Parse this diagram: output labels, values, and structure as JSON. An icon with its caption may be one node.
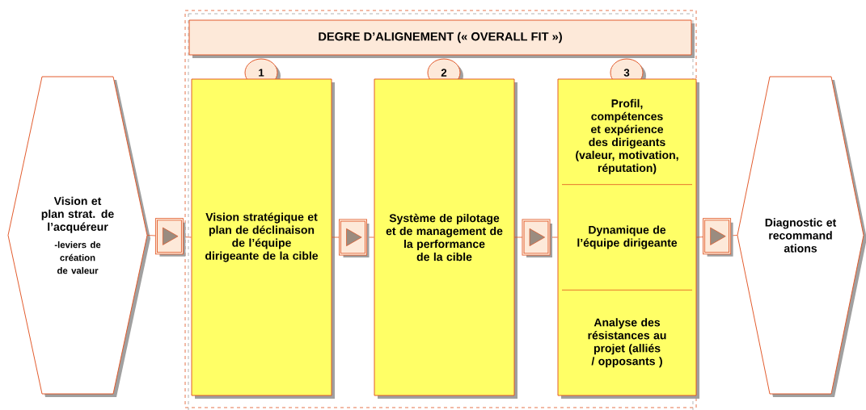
{
  "diagram": {
    "nodes": [
      {
        "text": [
          "Vision et plan strat. de l’acquéreur",
          "-leviers de création de valeur"
        ]
      },
      {
        "text": [],
        "shape": "box"
      },
      {
        "text": [
          "DEGRE D’ALIGNEMENT (« OVERALL FIT »)"
        ],
        "in": 1
      },
      {
        "text": [
          "1"
        ],
        "in": 1
      },
      {
        "text": [
          "Vision stratégique et plan de déclinaison de l’équipe dirigeante de la cible"
        ],
        "in": 1
      },
      {
        "text": [
          "2"
        ],
        "in": 1
      },
      {
        "text": [
          "Système de pilotage et de management de la performance de la cible"
        ],
        "in": 1
      },
      {
        "text": [
          "3"
        ],
        "in": 1
      },
      {
        "text": [
          "Profil, compétences et expérience des dirigeants (valeur, motivation, réputation)",
          "Dynamique de l’équipe dirigeante",
          "Analyse des résistances au projet (alliés / opposants )"
        ],
        "in": 1
      },
      {
        "text": [
          "Diagnostic et recommand ations"
        ]
      }
    ],
    "edges": [
      {
        "from": 0,
        "to": 4,
        "arrow": "to"
      },
      {
        "from": 4,
        "to": 6,
        "arrow": "to"
      },
      {
        "from": 6,
        "to": 8,
        "arrow": "to"
      },
      {
        "from": 8,
        "to": 9,
        "arrow": "to"
      }
    ]
  }
}
